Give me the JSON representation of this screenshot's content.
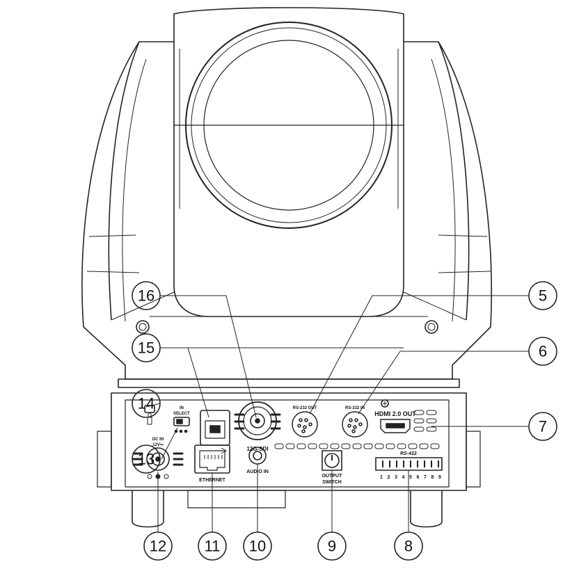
{
  "diagram": {
    "callouts": [
      {
        "number": "16",
        "target": "12G-SDI connector"
      },
      {
        "number": "15",
        "target": "USB 3.0 port"
      },
      {
        "number": "14",
        "target": "Kensington lock slot"
      },
      {
        "number": "13",
        "target": "DC IN select switch"
      },
      {
        "number": "12",
        "target": "DC IN 12V jack"
      },
      {
        "number": "11",
        "target": "Ethernet port"
      },
      {
        "number": "10",
        "target": "Audio In jack"
      },
      {
        "number": "9",
        "target": "Output switch"
      },
      {
        "number": "8",
        "target": "RS-422 terminal"
      },
      {
        "number": "7",
        "target": "HDMI 2.0 OUT"
      },
      {
        "number": "6",
        "target": "RS-232 IN"
      },
      {
        "number": "5",
        "target": "RS-232 OUT"
      }
    ],
    "port_labels": {
      "sdi": "12G-SDI",
      "rs232_out": "RS-232 OUT",
      "rs232_in": "RS-232 IN",
      "hdmi": "HDMI 2.0 OUT",
      "in_select_1": "IN",
      "in_select_2": "SELECT",
      "dc_in_1": "DC IN",
      "dc_in_2": "12V⎓",
      "ethernet": "ETHERNET",
      "audio_in": "AUDIO IN",
      "output_1": "OUTPUT",
      "output_2": "SWITCH",
      "rs422": "RS-422",
      "rs422_pins": [
        "1",
        "2",
        "3",
        "4",
        "5",
        "6",
        "7",
        "8",
        "9"
      ]
    },
    "icons": [
      "lock-icon",
      "usb3-logo-icon",
      "screw-icon",
      "dc-polarity-icon"
    ],
    "colors": {
      "line": "#222222",
      "fill": "#ffffff"
    }
  }
}
